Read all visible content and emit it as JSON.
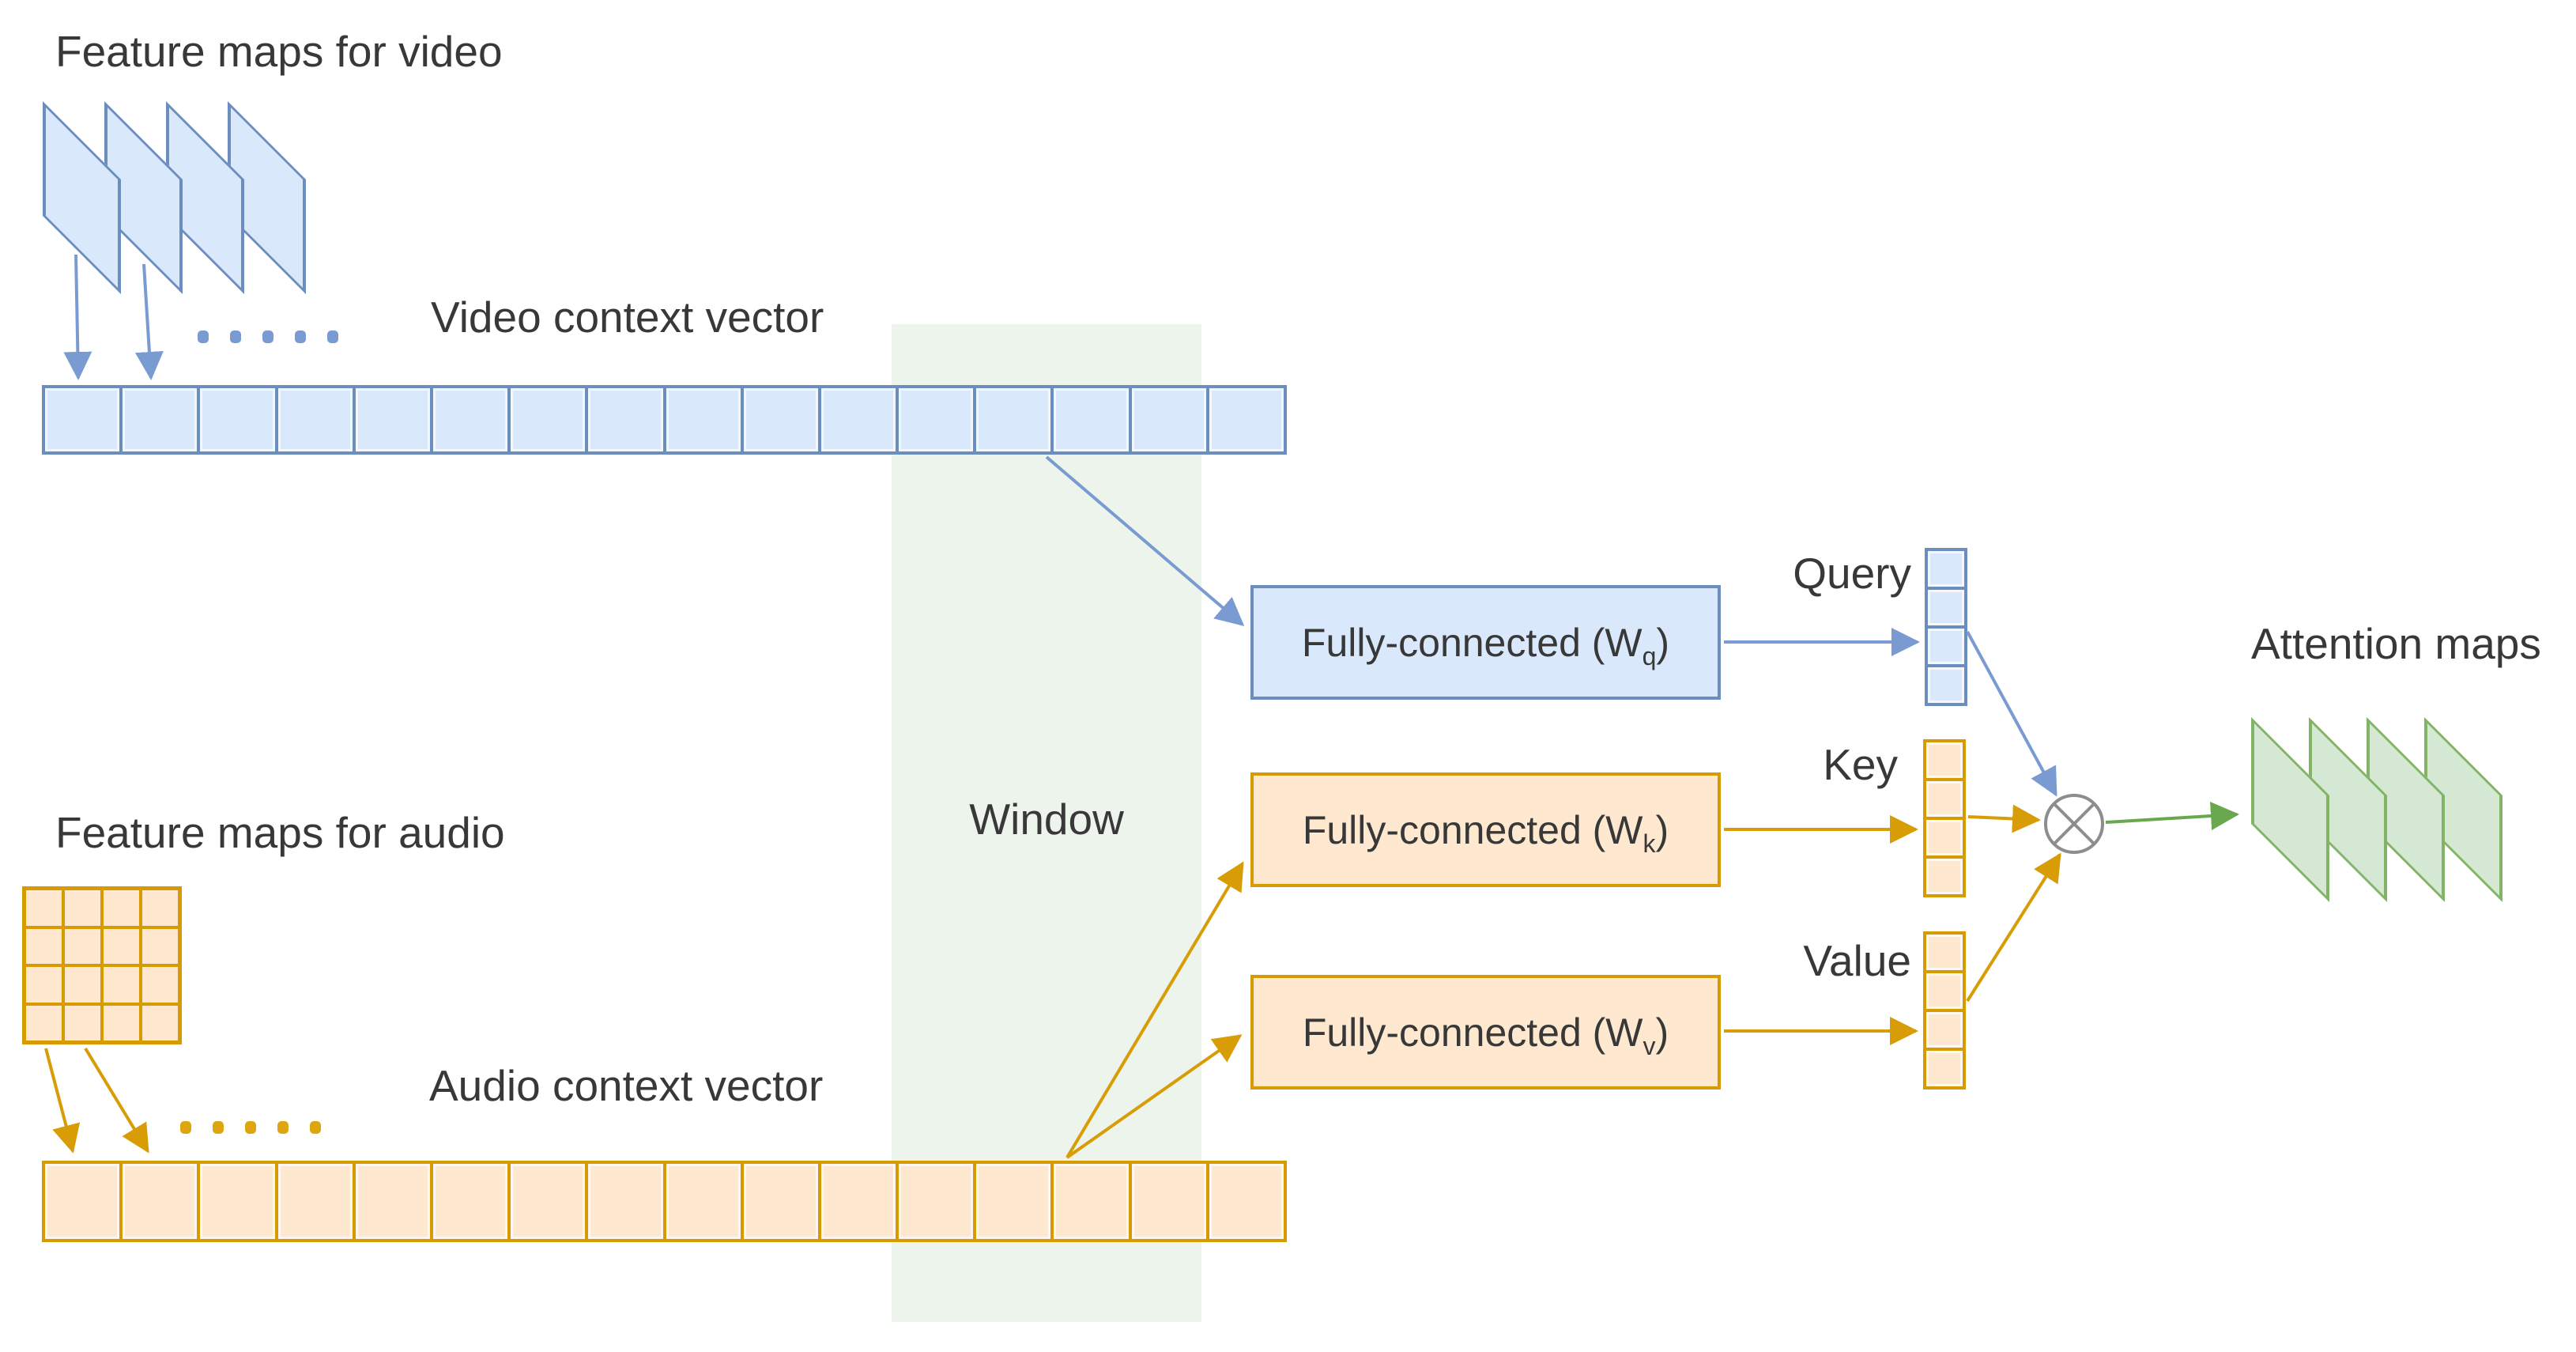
{
  "labels": {
    "feature_maps_video": "Feature maps for video",
    "video_context_vector": "Video context vector",
    "feature_maps_audio": "Feature maps for audio",
    "audio_context_vector": "Audio context vector",
    "window": "Window",
    "query": "Query",
    "key": "Key",
    "value": "Value",
    "attention_maps": "Attention maps"
  },
  "fc_boxes": [
    {
      "id": "wq",
      "prefix": "Fully-connected (W",
      "subscript": "q",
      "suffix": ")"
    },
    {
      "id": "wk",
      "prefix": "Fully-connected (W",
      "subscript": "k",
      "suffix": ")"
    },
    {
      "id": "wv",
      "prefix": "Fully-connected (W",
      "subscript": "v",
      "suffix": ")"
    }
  ],
  "operator": {
    "symbol": "⊗",
    "meaning": "matrix multiplication"
  },
  "structure": {
    "video_context_vector": {
      "cells": 16
    },
    "audio_context_vector": {
      "cells": 16
    },
    "query_vector": {
      "cells": 4
    },
    "key_vector": {
      "cells": 4
    },
    "value_vector": {
      "cells": 4
    },
    "video_feature_stack": {
      "planes": 4
    },
    "attention_map_stack": {
      "planes": 4
    },
    "audio_feature_grid": {
      "rows": 4,
      "cols": 4,
      "cells": 16
    },
    "video_dots": {
      "count": 5
    },
    "audio_dots": {
      "count": 5
    }
  },
  "colors": {
    "blue_fill": "#d9e8fb",
    "blue_stroke": "#6c8ebf",
    "blue_arrow": "#7a9bd1",
    "orange_fill": "#ffe8d0",
    "orange_stroke": "#d79b00",
    "orange_arrow": "#d89c06",
    "green_fill": "#d5e8d4",
    "green_stroke": "#82b366",
    "green_arrow": "#6aa84f",
    "window_fill": "#ecf4ec",
    "operator_stroke": "#8d8d8d",
    "text": "#383838"
  }
}
